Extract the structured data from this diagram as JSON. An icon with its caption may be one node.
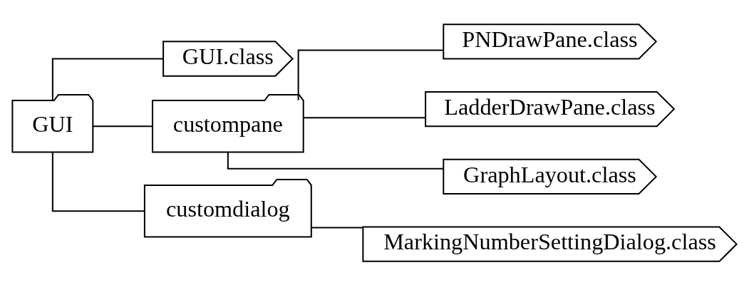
{
  "diagram": {
    "nodes": [
      {
        "text": [
          "GUI"
        ]
      },
      {
        "text": [
          "GUI.class"
        ]
      },
      {
        "text": [
          "custompane"
        ]
      },
      {
        "text": [
          "PNDrawPane.class"
        ]
      },
      {
        "text": [
          "LadderDrawPane.class"
        ]
      },
      {
        "text": [
          "GraphLayout.class"
        ]
      },
      {
        "text": [
          "customdialog"
        ]
      },
      {
        "text": [
          "MarkingNumberSettingDialog.class"
        ]
      }
    ],
    "edges": [
      {
        "from": 0,
        "to": 1,
        "arrow": "none"
      },
      {
        "from": 0,
        "to": 2,
        "arrow": "none"
      },
      {
        "from": 0,
        "to": 6,
        "arrow": "none"
      },
      {
        "from": 2,
        "to": 3,
        "arrow": "none"
      },
      {
        "from": 2,
        "to": 4,
        "arrow": "none"
      },
      {
        "from": 2,
        "to": 5,
        "arrow": "none"
      },
      {
        "from": 6,
        "to": 7,
        "arrow": "none"
      }
    ]
  }
}
